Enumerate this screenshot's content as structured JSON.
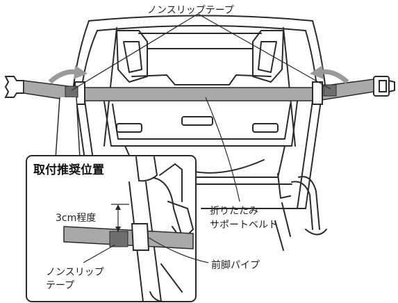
{
  "labels": {
    "top_tape": "ノンスリップテープ",
    "inset_title": "取付推奨位置",
    "height_note": "3cm程度",
    "inset_tape_line1": "ノンスリップ",
    "inset_tape_line2": "テープ",
    "belt_line1": "折りたたみ",
    "belt_line2": "サポートベルト",
    "front_leg_pipe": "前脚パイプ"
  },
  "colors": {
    "belt": "#a9a9a9",
    "tape": "#6e6e6e",
    "arrow": "#9a9a9a",
    "line": "#2a2a2a"
  }
}
